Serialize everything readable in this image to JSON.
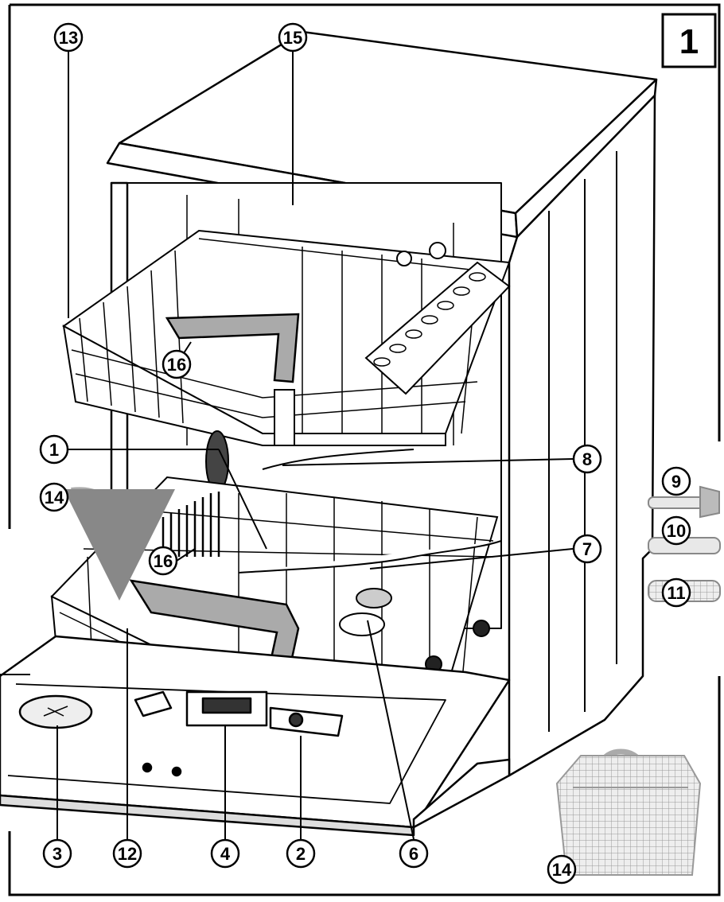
{
  "figure": {
    "number": "1"
  },
  "callouts": [
    "1",
    "2",
    "3",
    "4",
    "6",
    "7",
    "8",
    "9",
    "10",
    "11",
    "12",
    "13",
    "14",
    "14",
    "15",
    "16",
    "16"
  ],
  "colors": {
    "line": "#000000",
    "fill": "#ffffff",
    "shade": "#d9d9d9",
    "dark": "#555555"
  }
}
